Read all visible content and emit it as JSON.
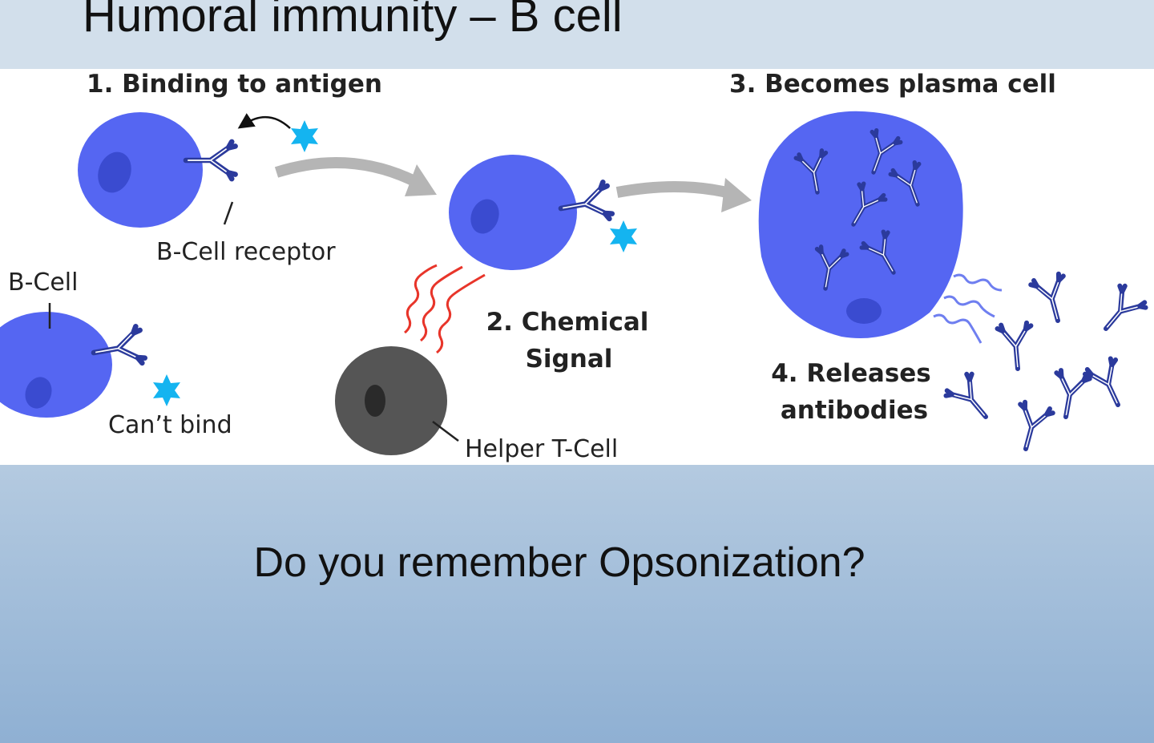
{
  "slide": {
    "title": "Humoral immunity – B cell",
    "question": "Do you remember Opsonization?"
  },
  "diagram": {
    "step1": "1. Binding to antigen",
    "step2_line1": "2. Chemical",
    "step2_line2": "Signal",
    "step3": "3. Becomes plasma cell",
    "step4_line1": "4. Releases",
    "step4_line2": "antibodies",
    "bcell_receptor_label": "B-Cell receptor",
    "bcell_label": "B-Cell",
    "cant_bind_label": "Can’t bind",
    "helper_tcell_label": "Helper T-Cell"
  },
  "colors": {
    "cell": "#5566f2",
    "nucleus": "#3a4bd0",
    "antibody": "#2b3a9c",
    "antigen": "#14b4f0",
    "signal": "#e8352a",
    "tcell": "#555555"
  }
}
